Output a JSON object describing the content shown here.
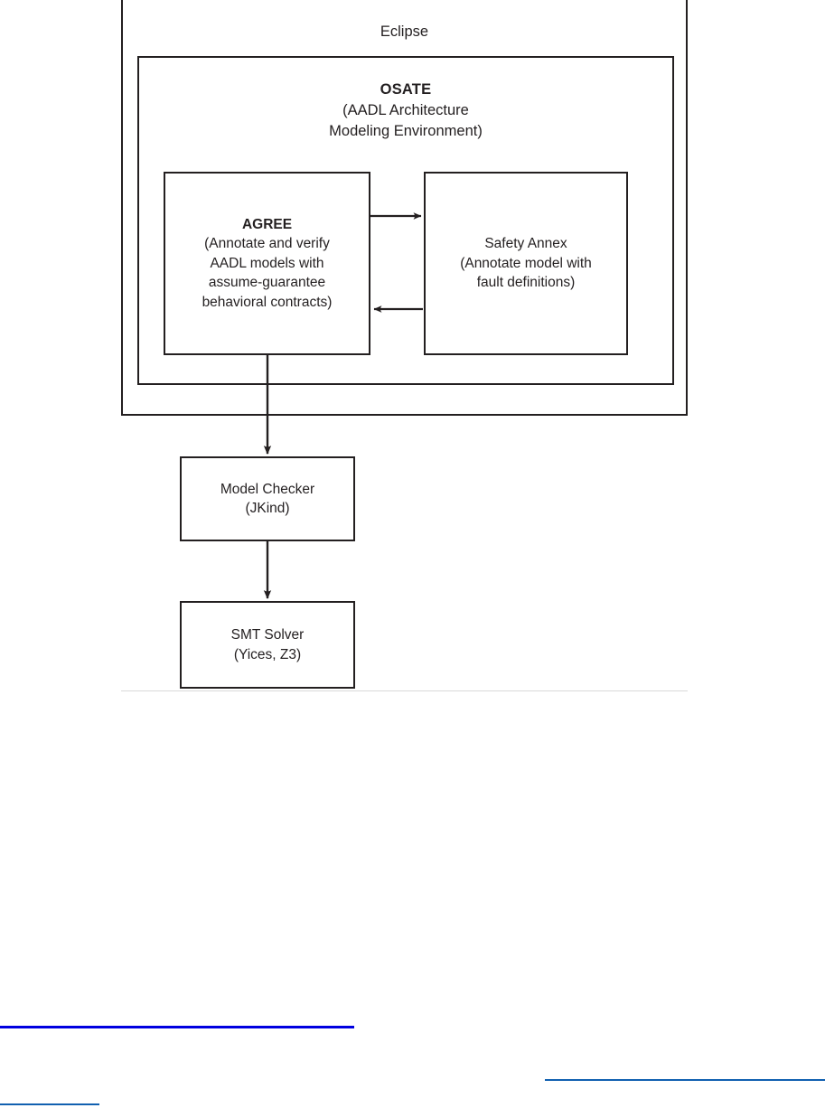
{
  "diagram": {
    "type": "block-diagram",
    "title": "Eclipse / OSATE tool-chain architecture",
    "containers": {
      "eclipse": {
        "label": "Eclipse"
      },
      "osate": {
        "name": "OSATE",
        "sub_1": "(AADL Architecture",
        "sub_2": "Modeling Environment)"
      }
    },
    "nodes": {
      "agree": {
        "name": "AGREE",
        "lines": [
          "(Annotate and verify",
          "AADL models with",
          "assume-guarantee",
          "behavioral contracts)"
        ]
      },
      "safety_annex": {
        "lines": [
          "Safety Annex",
          "(Annotate model with",
          "fault definitions)"
        ]
      },
      "model_checker": {
        "name": "Model Checker",
        "detail": "(JKind)"
      },
      "smt_solver": {
        "name": "SMT Solver",
        "detail": "(Yices, Z3)"
      }
    },
    "edges": [
      {
        "id": "agree-to-safety",
        "from": "AGREE",
        "to": "Safety Annex",
        "direction": "right",
        "style": "solid-arrow"
      },
      {
        "id": "safety-to-agree",
        "from": "Safety Annex",
        "to": "AGREE",
        "direction": "left",
        "style": "solid-arrow"
      },
      {
        "id": "agree-to-model-checker",
        "from": "AGREE",
        "to": "Model Checker",
        "direction": "down",
        "style": "solid-arrow"
      },
      {
        "id": "model-checker-to-smt",
        "from": "Model Checker",
        "to": "SMT Solver",
        "direction": "down",
        "style": "solid-arrow"
      }
    ],
    "colors": {
      "stroke": "#231f20",
      "background": "#ffffff",
      "page_separator": "#d9d9d9",
      "footnote_rule": "#0000e0",
      "hyperlink_underline": "#1160b0"
    }
  }
}
